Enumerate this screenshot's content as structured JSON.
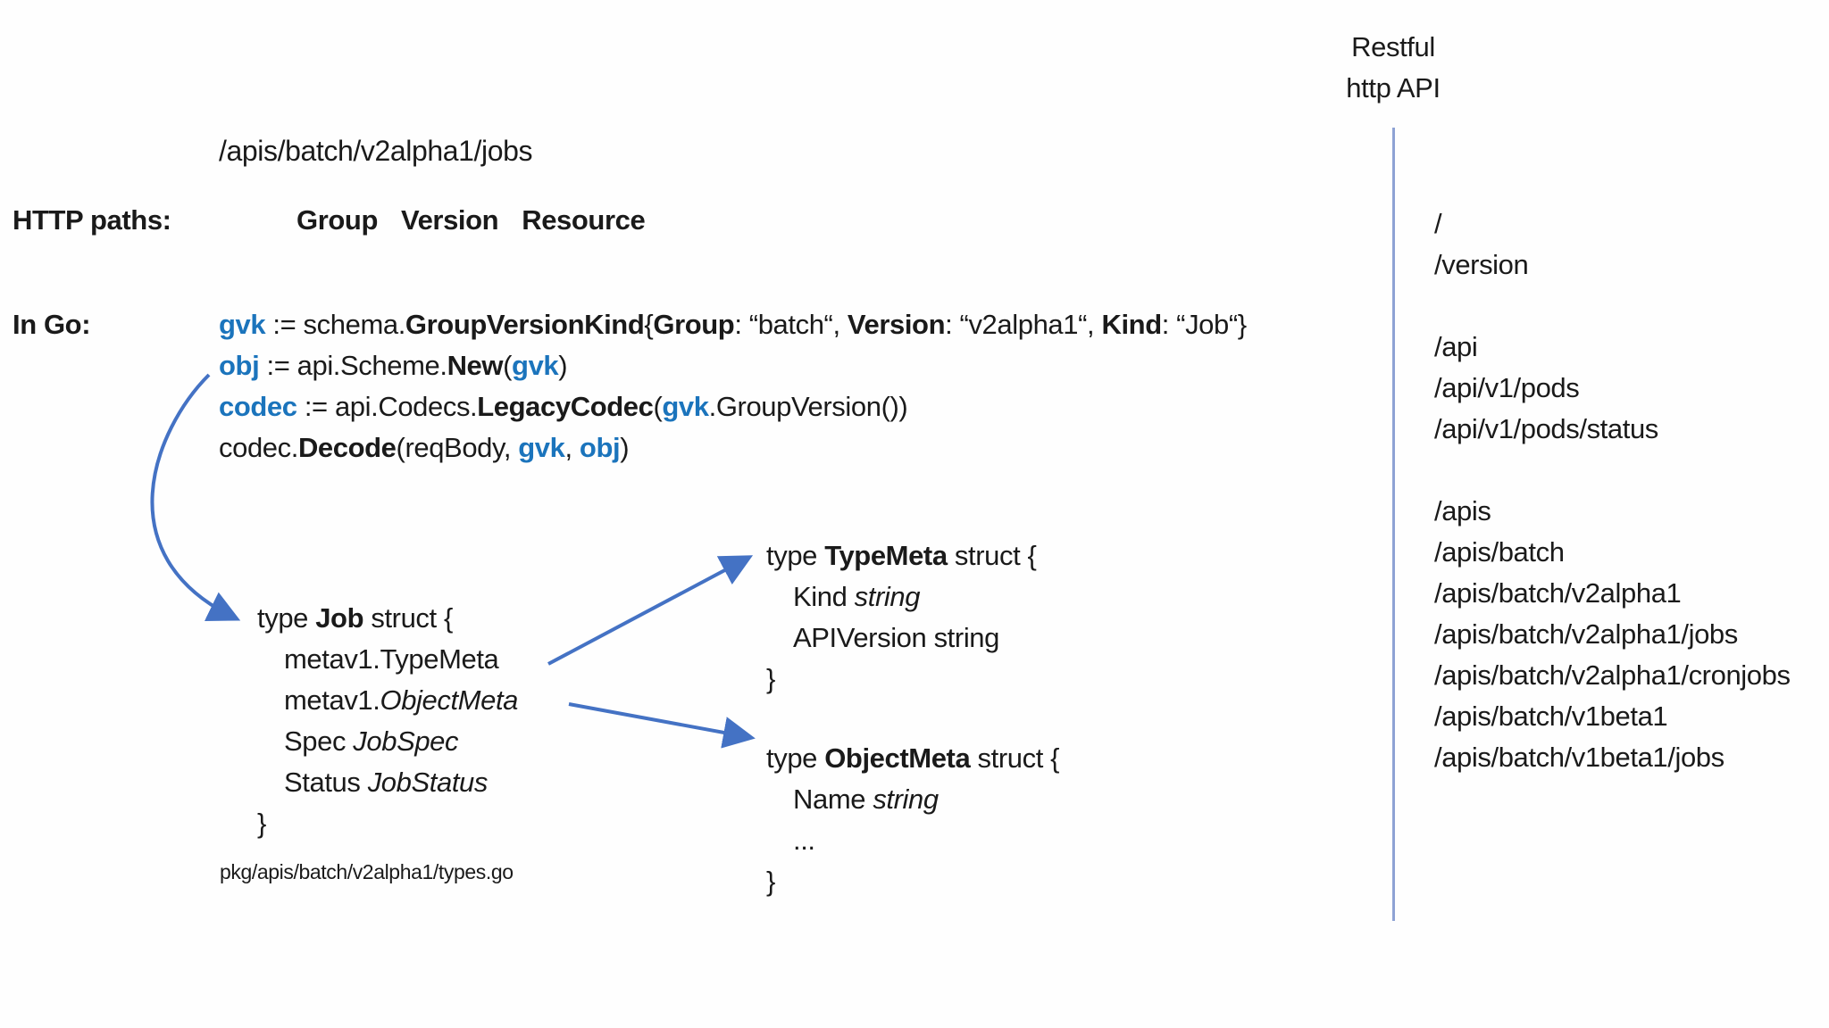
{
  "colors": {
    "text": "#1a1a1a",
    "code_blue": "#1b74bc",
    "arrow_blue": "#4472c4",
    "divider_blue": "#8ea2d4"
  },
  "restful_api_label": {
    "line1": "Restful",
    "line2": "http API"
  },
  "http_paths": {
    "example_path": "/apis/batch/v2alpha1/jobs",
    "label": "HTTP paths:",
    "columns": [
      "Group",
      "Version",
      "Resource"
    ]
  },
  "in_go": {
    "label": "In Go:",
    "code_lines": [
      {
        "indent": 0,
        "segments": [
          {
            "text": "gvk",
            "style": "blue-bold"
          },
          {
            "text": " := schema.",
            "style": "normal"
          },
          {
            "text": "GroupVersionKind",
            "style": "bold"
          },
          {
            "text": "{",
            "style": "normal"
          },
          {
            "text": "Group",
            "style": "bold"
          },
          {
            "text": ": “batch“, ",
            "style": "normal"
          },
          {
            "text": "Version",
            "style": "bold"
          },
          {
            "text": ": “v2alpha1“, ",
            "style": "normal"
          },
          {
            "text": "Kind",
            "style": "bold"
          },
          {
            "text": ": “Job“}",
            "style": "normal"
          }
        ]
      },
      {
        "indent": 0,
        "segments": [
          {
            "text": "obj",
            "style": "blue-bold"
          },
          {
            "text": " := api.Scheme.",
            "style": "normal"
          },
          {
            "text": "New",
            "style": "bold"
          },
          {
            "text": "(",
            "style": "normal"
          },
          {
            "text": "gvk",
            "style": "blue-bold"
          },
          {
            "text": ")",
            "style": "normal"
          }
        ]
      },
      {
        "indent": 0,
        "segments": [
          {
            "text": "codec",
            "style": "blue-bold"
          },
          {
            "text": " := api.Codecs.",
            "style": "normal"
          },
          {
            "text": "LegacyCodec",
            "style": "bold"
          },
          {
            "text": "(",
            "style": "normal"
          },
          {
            "text": "gvk",
            "style": "blue-bold"
          },
          {
            "text": ".GroupVersion())",
            "style": "normal"
          }
        ]
      },
      {
        "indent": 0,
        "segments": [
          {
            "text": "codec.",
            "style": "normal"
          },
          {
            "text": "Decode",
            "style": "bold"
          },
          {
            "text": "(reqBody, ",
            "style": "normal"
          },
          {
            "text": "gvk",
            "style": "blue-bold"
          },
          {
            "text": ", ",
            "style": "normal"
          },
          {
            "text": "obj",
            "style": "blue-bold"
          },
          {
            "text": ")",
            "style": "normal"
          }
        ]
      }
    ]
  },
  "job_struct": {
    "lines": [
      {
        "indent": 0,
        "segments": [
          {
            "text": "type ",
            "style": "normal"
          },
          {
            "text": "Job",
            "style": "bold"
          },
          {
            "text": " struct {",
            "style": "normal"
          }
        ]
      },
      {
        "indent": 1,
        "segments": [
          {
            "text": "metav1.TypeMeta",
            "style": "normal"
          }
        ]
      },
      {
        "indent": 1,
        "segments": [
          {
            "text": "metav1.",
            "style": "normal"
          },
          {
            "text": "ObjectMeta",
            "style": "italic"
          }
        ]
      },
      {
        "indent": 1,
        "segments": [
          {
            "text": "Spec ",
            "style": "normal"
          },
          {
            "text": "JobSpec",
            "style": "italic"
          }
        ]
      },
      {
        "indent": 1,
        "segments": [
          {
            "text": "Status ",
            "style": "normal"
          },
          {
            "text": "JobStatus",
            "style": "italic"
          }
        ]
      },
      {
        "indent": 0,
        "segments": [
          {
            "text": "}",
            "style": "normal"
          }
        ]
      }
    ],
    "caption": "pkg/apis/batch/v2alpha1/types.go"
  },
  "typemeta_struct": {
    "lines": [
      {
        "indent": 0,
        "segments": [
          {
            "text": "type ",
            "style": "normal"
          },
          {
            "text": "TypeMeta",
            "style": "bold"
          },
          {
            "text": " struct {",
            "style": "normal"
          }
        ]
      },
      {
        "indent": 1,
        "segments": [
          {
            "text": "Kind ",
            "style": "normal"
          },
          {
            "text": "string",
            "style": "italic"
          }
        ]
      },
      {
        "indent": 1,
        "segments": [
          {
            "text": "APIVersion string",
            "style": "normal"
          }
        ]
      },
      {
        "indent": 0,
        "segments": [
          {
            "text": "}",
            "style": "normal"
          }
        ]
      }
    ]
  },
  "objectmeta_struct": {
    "lines": [
      {
        "indent": 0,
        "segments": [
          {
            "text": "type ",
            "style": "normal"
          },
          {
            "text": "ObjectMeta",
            "style": "bold"
          },
          {
            "text": " struct {",
            "style": "normal"
          }
        ]
      },
      {
        "indent": 1,
        "segments": [
          {
            "text": "Name ",
            "style": "normal"
          },
          {
            "text": "string",
            "style": "italic"
          }
        ]
      },
      {
        "indent": 1,
        "segments": [
          {
            "text": "...",
            "style": "normal"
          }
        ]
      },
      {
        "indent": 0,
        "segments": [
          {
            "text": "}",
            "style": "normal"
          }
        ]
      }
    ]
  },
  "api_path_list": {
    "groups": [
      {
        "paths": [
          "/",
          "/version"
        ]
      },
      {
        "paths": [
          "/api",
          "/api/v1/pods",
          "/api/v1/pods/status"
        ]
      },
      {
        "paths": [
          "/apis",
          "/apis/batch",
          "/apis/batch/v2alpha1",
          "/apis/batch/v2alpha1/jobs",
          "/apis/batch/v2alpha1/cronjobs",
          "/apis/batch/v1beta1",
          "/apis/batch/v1beta1/jobs"
        ]
      }
    ]
  }
}
